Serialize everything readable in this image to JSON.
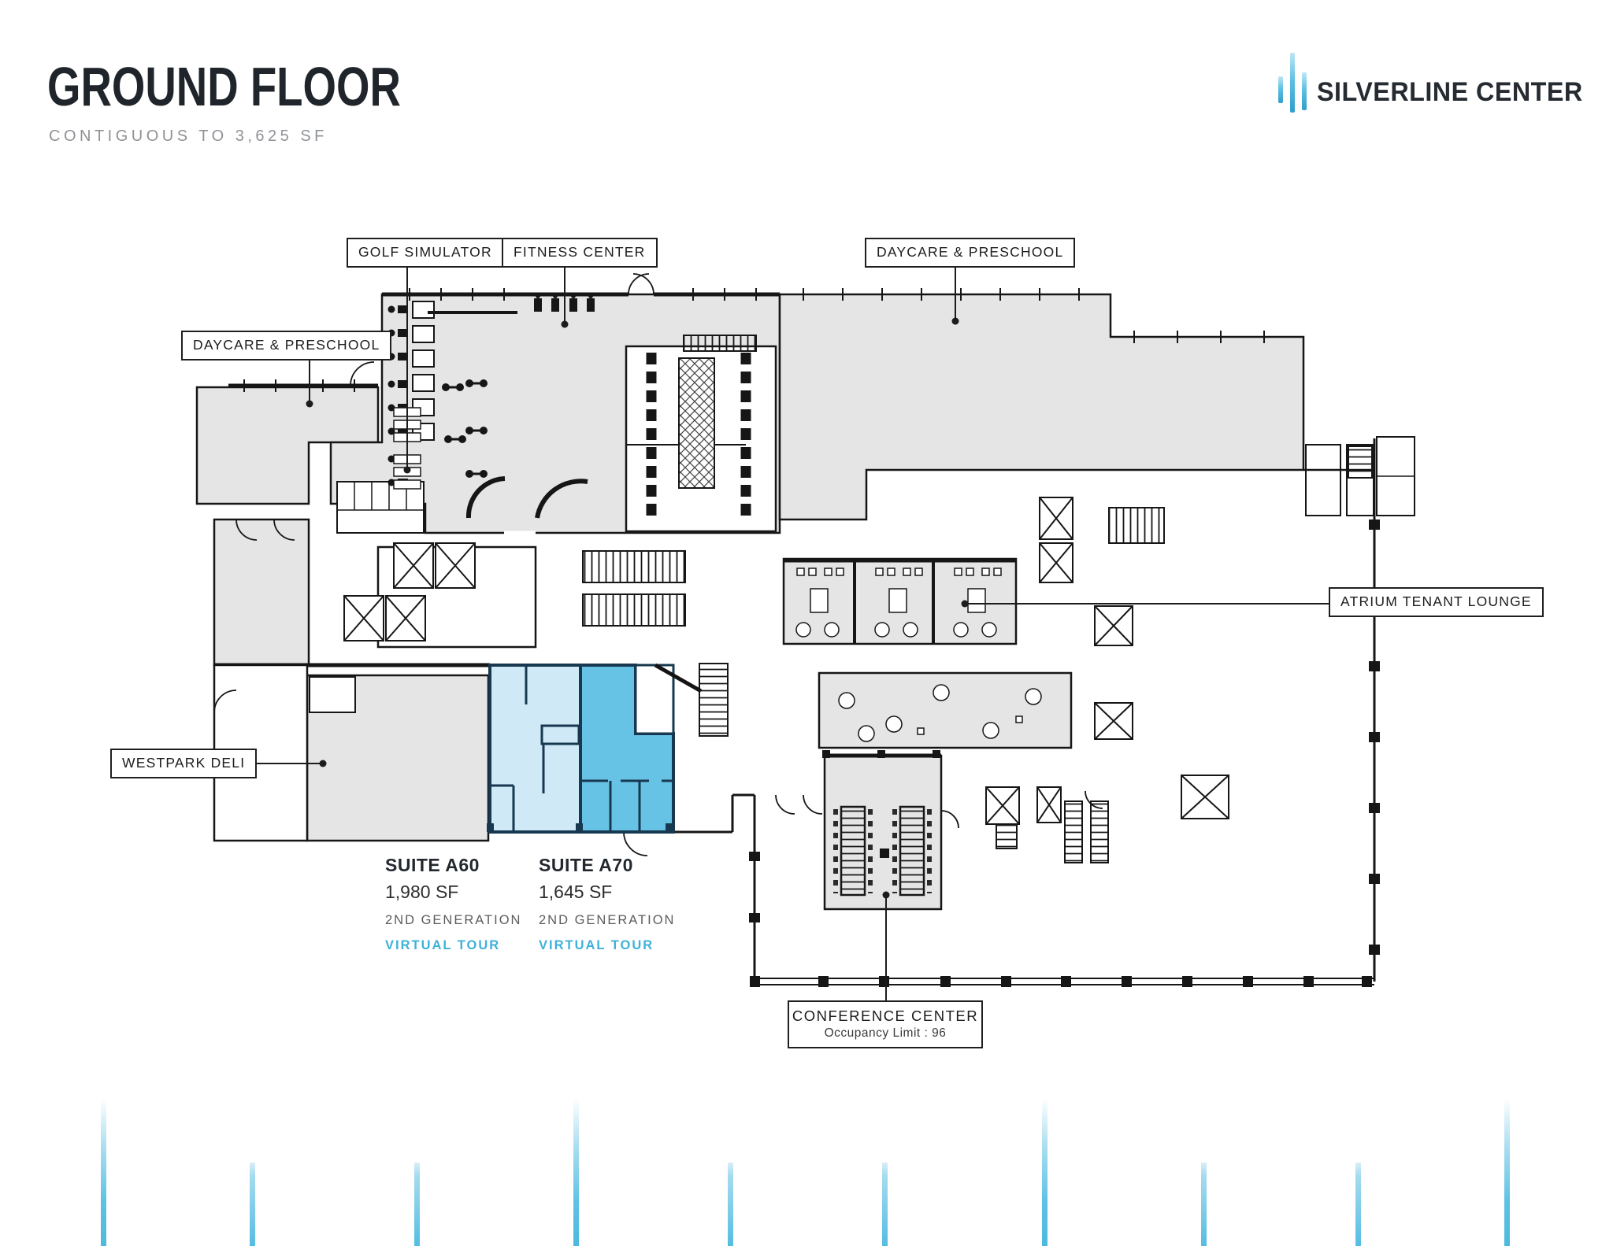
{
  "page": {
    "title": "GROUND FLOOR",
    "subtitle": "CONTIGUOUS TO 3,625 SF"
  },
  "brand": {
    "name": "SILVERLINE CENTER",
    "icon": "vertical-bars-icon"
  },
  "plan_labels": {
    "golf": "GOLF SIMULATOR",
    "fitness": "FITNESS CENTER",
    "daycare_top": "DAYCARE & PRESCHOOL",
    "daycare_left": "DAYCARE & PRESCHOOL",
    "atrium": "ATRIUM TENANT LOUNGE",
    "deli": "WESTPARK DELI",
    "conference_title": "CONFERENCE CENTER",
    "conference_occupancy": "Occupancy Limit : 96"
  },
  "suites": [
    {
      "id": "A60",
      "name": "SUITE A60",
      "area": "1,980 SF",
      "generation": "2ND GENERATION",
      "link": "VIRTUAL TOUR"
    },
    {
      "id": "A70",
      "name": "SUITE A70",
      "area": "1,645 SF",
      "generation": "2ND GENERATION",
      "link": "VIRTUAL TOUR"
    }
  ],
  "colors": {
    "accent_blue": "#45b5dc",
    "link_blue": "#3eb1d8",
    "suite_a60_fill": "#cfe9f7",
    "suite_a70_fill": "#67c3e6",
    "suite_wall": "#17384f",
    "plan_gray": "#e5e5e6",
    "wall_black": "#1a1a1a"
  }
}
